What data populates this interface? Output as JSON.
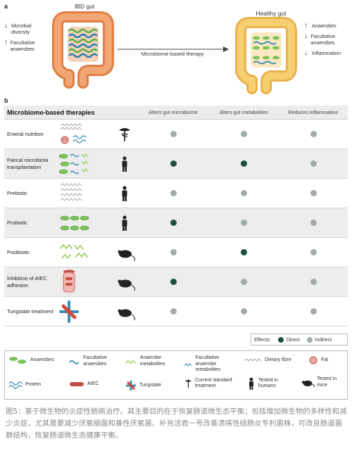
{
  "panel_a": {
    "letter": "a",
    "ibd_label": "IBD gut",
    "healthy_label": "Healthy gut",
    "left_list": [
      {
        "arrow": "↓",
        "text": "Microbial diversity"
      },
      {
        "arrow": "↑",
        "text": "Facultative anaerobes"
      }
    ],
    "right_list": [
      {
        "arrow": "↑",
        "text": "Anaerobes"
      },
      {
        "arrow": "↓",
        "text": "Facultative anaerobes"
      },
      {
        "arrow": "↓",
        "text": "Inflammation"
      }
    ],
    "arrow_label": "Microbiome-based therapy"
  },
  "panel_b": {
    "letter": "b",
    "header": {
      "title": "Microbiome-based therapies",
      "columns": [
        "Alters gut microbiome",
        "Alters gut metabolites",
        "Reduces inflammation"
      ]
    },
    "rows": [
      {
        "name": "Enteral nutrition",
        "tested": "current-standard-treatment",
        "effects": [
          "indirect",
          "indirect",
          "indirect"
        ]
      },
      {
        "name": "Faecal microbiota transplantation",
        "tested": "humans",
        "effects": [
          "direct",
          "direct",
          "indirect"
        ]
      },
      {
        "name": "Prebiotic",
        "tested": "humans",
        "effects": [
          "indirect",
          "indirect",
          "indirect"
        ]
      },
      {
        "name": "Probiotic",
        "tested": "humans",
        "effects": [
          "direct",
          "indirect",
          "indirect"
        ]
      },
      {
        "name": "Postbiotic",
        "tested": "mice",
        "effects": [
          "indirect",
          "direct",
          "indirect"
        ]
      },
      {
        "name": "Inhibition of AIEC adhesion",
        "tested": "mice",
        "effects": [
          "direct",
          "indirect",
          "indirect"
        ]
      },
      {
        "name": "Tungstate treatment",
        "tested": "mice",
        "effects": [
          "indirect",
          "indirect",
          "indirect"
        ]
      }
    ],
    "effects_legend": {
      "label": "Effects:",
      "direct": "Direct",
      "indirect": "Indirect",
      "direct_color": "#1e4d42",
      "indirect_color": "#a3aba8"
    },
    "legend": [
      {
        "icon": "anaerobes-icon",
        "text": "Anaerobes"
      },
      {
        "icon": "facultative-anaerobes-icon",
        "text": "Facultative anaerobes"
      },
      {
        "icon": "anaerobe-metabolites-icon",
        "text": "Anaerobe metabolites"
      },
      {
        "icon": "facultative-anaerobe-metabolites-icon",
        "text": "Facultative anaerobe metabolites"
      },
      {
        "icon": "dietary-fibre-icon",
        "text": "Dietary fibre"
      },
      {
        "icon": "fat-icon",
        "text": "Fat"
      },
      {
        "icon": "protein-icon",
        "text": "Protein"
      },
      {
        "icon": "aiec-icon",
        "text": "AIEC"
      },
      {
        "icon": "tungstate-icon",
        "text": "Tungstate"
      },
      {
        "icon": "current-standard-treatment-icon",
        "text": "Current standard treatment"
      },
      {
        "icon": "tested-in-humans-icon",
        "text": "Tested in humans"
      },
      {
        "icon": "tested-in-mice-icon",
        "text": "Tested in mice"
      }
    ]
  },
  "caption": "图5：基于微生物的炎症性肠病治疗。其主要目的在于恢复肠道微生态平衡；包括增加微生物的多样性和减少炎症，尤其是要减少厌氧细菌和兼性厌氧菌。补充活君一号改善溃疡性结肠炎专利菌株，可改良肠道菌群结构，恢复肠道微生态健康平衡。",
  "colors": {
    "ibd_gut": "#e8925a",
    "healthy_gut": "#f2c45e",
    "anaerobe_green": "#7cc35a",
    "facultative_blue": "#3a8fb7",
    "metabolite_green": "#9acd5a",
    "row_shade": "#ededed"
  }
}
